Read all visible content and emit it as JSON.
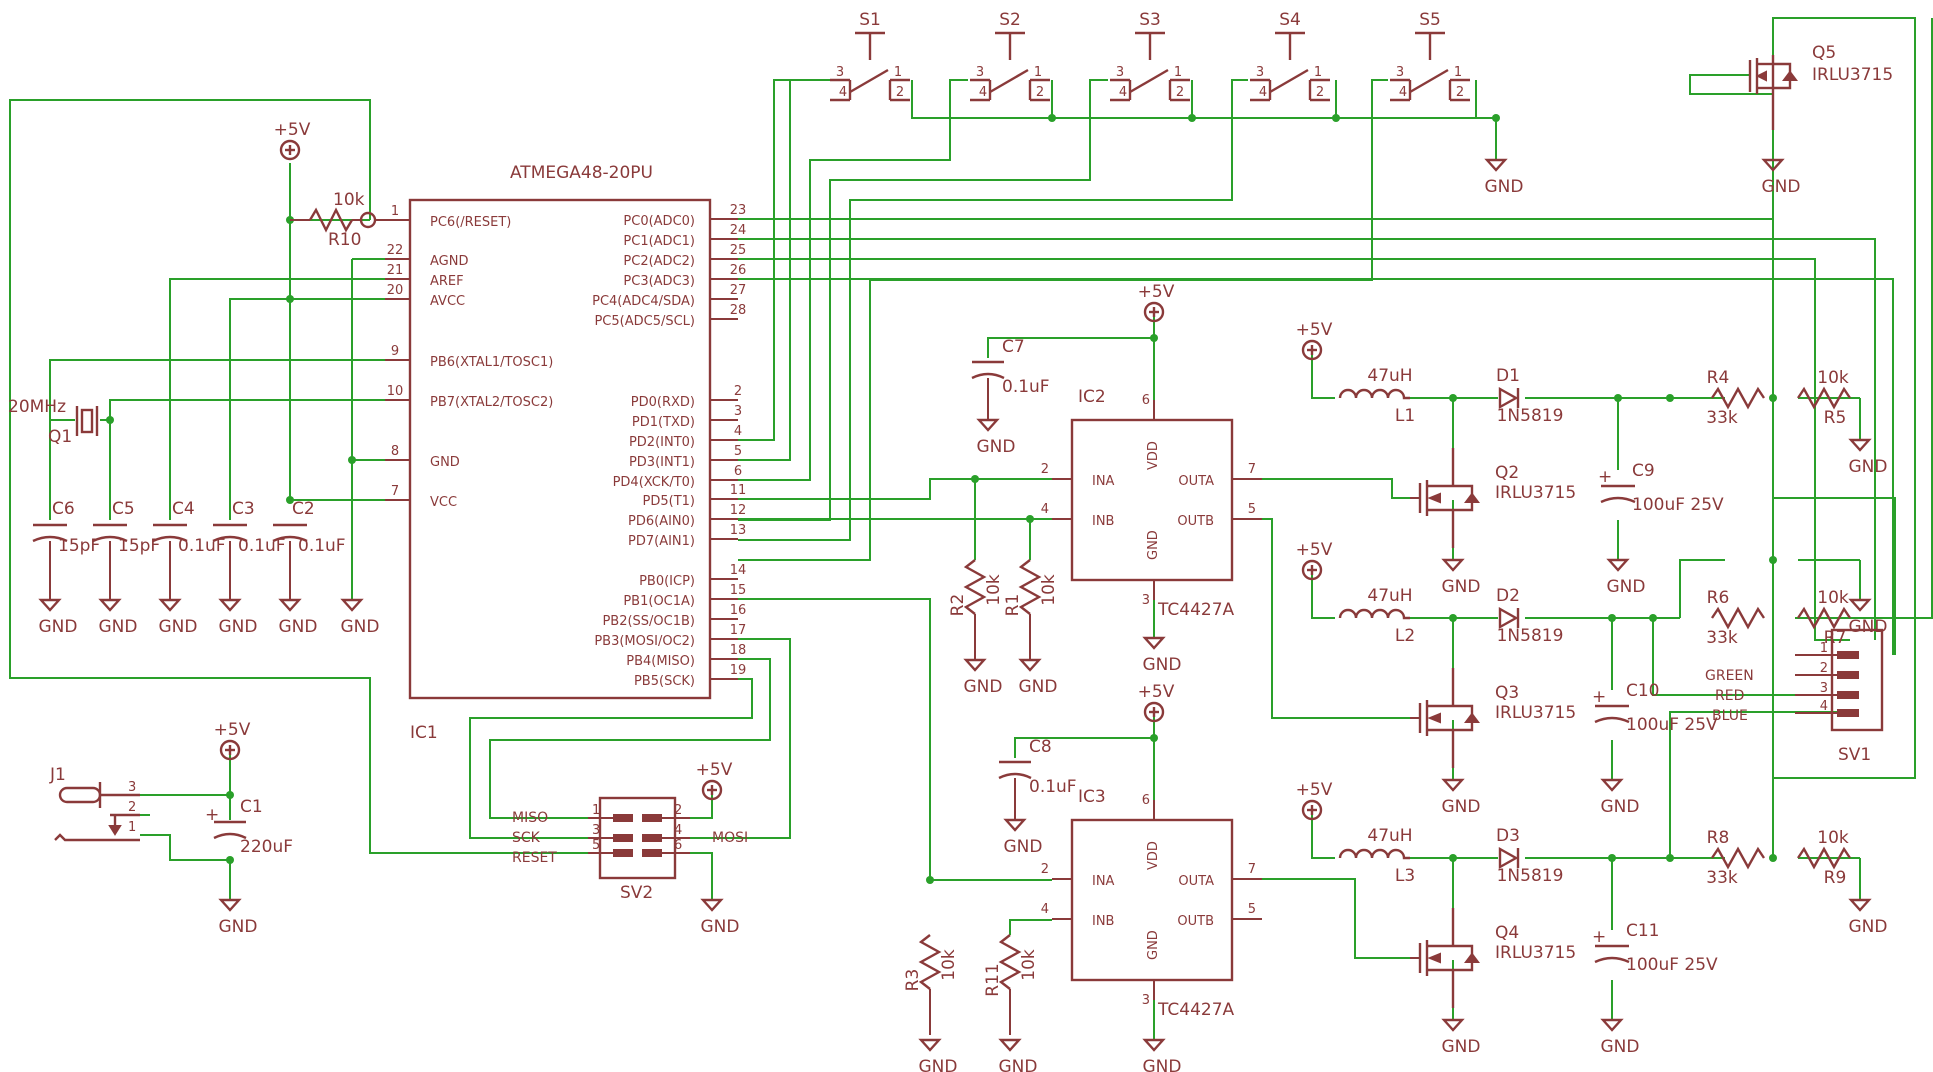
{
  "colors": {
    "wire": "#2aa02a",
    "symbol": "#8a3a3a",
    "background": "#ffffff"
  },
  "labels": {
    "gnd": "GND",
    "vcc": "+5V",
    "mcu": {
      "name": "ATMEGA48-20PU",
      "ref": "IC1",
      "left_pins": [
        {
          "num": "1",
          "name": "PC6(/RESET)"
        },
        {
          "num": "22",
          "name": "AGND"
        },
        {
          "num": "21",
          "name": "AREF"
        },
        {
          "num": "20",
          "name": "AVCC"
        },
        {
          "num": "9",
          "name": "PB6(XTAL1/TOSC1)"
        },
        {
          "num": "10",
          "name": "PB7(XTAL2/TOSC2)"
        },
        {
          "num": "8",
          "name": "GND"
        },
        {
          "num": "7",
          "name": "VCC"
        }
      ],
      "right_pins": [
        {
          "num": "23",
          "name": "PC0(ADC0)"
        },
        {
          "num": "24",
          "name": "PC1(ADC1)"
        },
        {
          "num": "25",
          "name": "PC2(ADC2)"
        },
        {
          "num": "26",
          "name": "PC3(ADC3)"
        },
        {
          "num": "27",
          "name": "PC4(ADC4/SDA)"
        },
        {
          "num": "28",
          "name": "PC5(ADC5/SCL)"
        },
        {
          "num": "2",
          "name": "PD0(RXD)"
        },
        {
          "num": "3",
          "name": "PD1(TXD)"
        },
        {
          "num": "4",
          "name": "PD2(INT0)"
        },
        {
          "num": "5",
          "name": "PD3(INT1)"
        },
        {
          "num": "6",
          "name": "PD4(XCK/T0)"
        },
        {
          "num": "11",
          "name": "PD5(T1)"
        },
        {
          "num": "12",
          "name": "PD6(AIN0)"
        },
        {
          "num": "13",
          "name": "PD7(AIN1)"
        },
        {
          "num": "14",
          "name": "PB0(ICP)"
        },
        {
          "num": "15",
          "name": "PB1(OC1A)"
        },
        {
          "num": "16",
          "name": "PB2(SS/OC1B)"
        },
        {
          "num": "17",
          "name": "PB3(MOSI/OC2)"
        },
        {
          "num": "18",
          "name": "PB4(MISO)"
        },
        {
          "num": "19",
          "name": "PB5(SCK)"
        }
      ]
    },
    "switches": [
      {
        "ref": "S1",
        "p1": "1",
        "p2": "2",
        "p3": "3",
        "p4": "4"
      },
      {
        "ref": "S2",
        "p1": "1",
        "p2": "2",
        "p3": "3",
        "p4": "4"
      },
      {
        "ref": "S3",
        "p1": "1",
        "p2": "2",
        "p3": "3",
        "p4": "4"
      },
      {
        "ref": "S4",
        "p1": "1",
        "p2": "2",
        "p3": "3",
        "p4": "4"
      },
      {
        "ref": "S5",
        "p1": "1",
        "p2": "2",
        "p3": "3",
        "p4": "4"
      }
    ],
    "r10": {
      "ref": "R10",
      "value": "10k"
    },
    "q1": {
      "ref": "Q1",
      "value": "20MHz"
    },
    "caps_bottom": [
      {
        "ref": "C6",
        "value": "15pF"
      },
      {
        "ref": "C5",
        "value": "15pF"
      },
      {
        "ref": "C4",
        "value": "0.1uF"
      },
      {
        "ref": "C3",
        "value": "0.1uF"
      },
      {
        "ref": "C2",
        "value": "0.1uF"
      }
    ],
    "c7": {
      "ref": "C7",
      "value": "0.1uF"
    },
    "c8": {
      "ref": "C8",
      "value": "0.1uF"
    },
    "drivers": [
      {
        "ref": "IC2",
        "part": "TC4427A",
        "ina": "INA",
        "inb": "INB",
        "outa": "OUTA",
        "outb": "OUTB",
        "vdd": "VDD",
        "gnd": "GND",
        "pin2": "2",
        "pin4": "4",
        "pin7": "7",
        "pin5": "5",
        "pin6": "6",
        "pin3": "3"
      },
      {
        "ref": "IC3",
        "part": "TC4427A",
        "ina": "INA",
        "inb": "INB",
        "outa": "OUTA",
        "outb": "OUTB",
        "vdd": "VDD",
        "gnd": "GND",
        "pin2": "2",
        "pin4": "4",
        "pin7": "7",
        "pin5": "5",
        "pin6": "6",
        "pin3": "3"
      }
    ],
    "pulldowns": [
      {
        "ref": "R2",
        "value": "10k"
      },
      {
        "ref": "R1",
        "value": "10k"
      },
      {
        "ref": "R3",
        "value": "10k"
      },
      {
        "ref": "R11",
        "value": "10k"
      }
    ],
    "channels": [
      {
        "inductor": "L1",
        "ind_value": "47uH",
        "diode": "D1",
        "diode_value": "1N5819",
        "fet": "Q2",
        "fet_value": "IRLU3715",
        "cap": "C9",
        "cap_value": "100uF 25V",
        "r_top": "R4",
        "r_top_value": "33k",
        "r_bot": "R5",
        "r_bot_value": "10k"
      },
      {
        "inductor": "L2",
        "ind_value": "47uH",
        "diode": "D2",
        "diode_value": "1N5819",
        "fet": "Q3",
        "fet_value": "IRLU3715",
        "cap": "C10",
        "cap_value": "100uF 25V",
        "r_top": "R6",
        "r_top_value": "33k",
        "r_bot": "R7",
        "r_bot_value": "10k"
      },
      {
        "inductor": "L3",
        "ind_value": "47uH",
        "diode": "D3",
        "diode_value": "1N5819",
        "fet": "Q4",
        "fet_value": "IRLU3715",
        "cap": "C11",
        "cap_value": "100uF 25V",
        "r_top": "R8",
        "r_top_value": "33k",
        "r_bot": "R9",
        "r_bot_value": "10k"
      }
    ],
    "q5": {
      "ref": "Q5",
      "value": "IRLU3715"
    },
    "sv1": {
      "ref": "SV1",
      "pins": [
        "1",
        "2",
        "3",
        "4"
      ],
      "signals": [
        "GREEN",
        "RED",
        "BLUE"
      ]
    },
    "sv2": {
      "ref": "SV2",
      "left": [
        "MISO",
        "SCK",
        "RESET"
      ],
      "right": [
        "MOSI"
      ],
      "pins": [
        "1",
        "2",
        "3",
        "4",
        "5",
        "6"
      ]
    },
    "j1": {
      "ref": "J1",
      "pins": [
        "3",
        "2",
        "1"
      ]
    },
    "c1": {
      "ref": "C1",
      "value": "220uF"
    }
  }
}
